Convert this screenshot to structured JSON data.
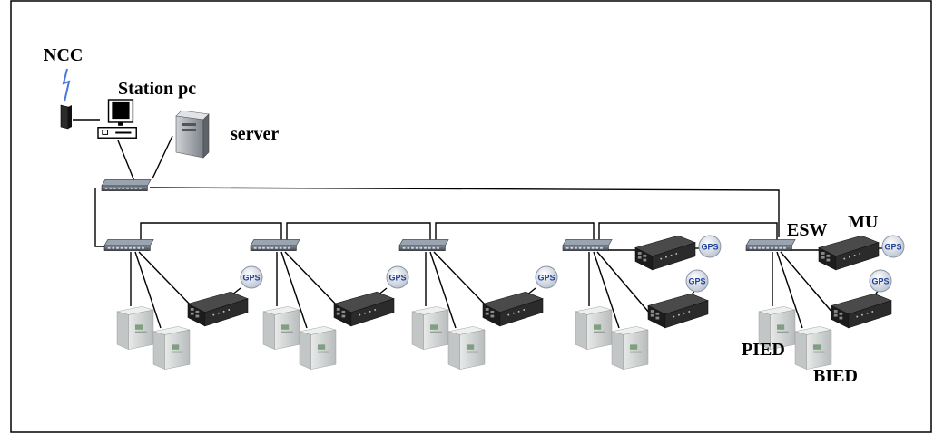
{
  "labels": {
    "ncc": "NCC",
    "station_pc": "Station pc",
    "server": "server",
    "esw": "ESW",
    "mu": "MU",
    "pied": "PIED",
    "bied": "BIED"
  },
  "gps_label": "GPS",
  "bays": [
    {
      "merging_units": 1
    },
    {
      "merging_units": 1
    },
    {
      "merging_units": 1
    },
    {
      "merging_units": 2
    },
    {
      "merging_units": 2
    }
  ],
  "colors": {
    "line": "#000000",
    "switch": "#5a6270",
    "merging_unit": "#2a2a2a",
    "ied": "#d6d8d8",
    "gps_text": "#1f3f9a"
  }
}
